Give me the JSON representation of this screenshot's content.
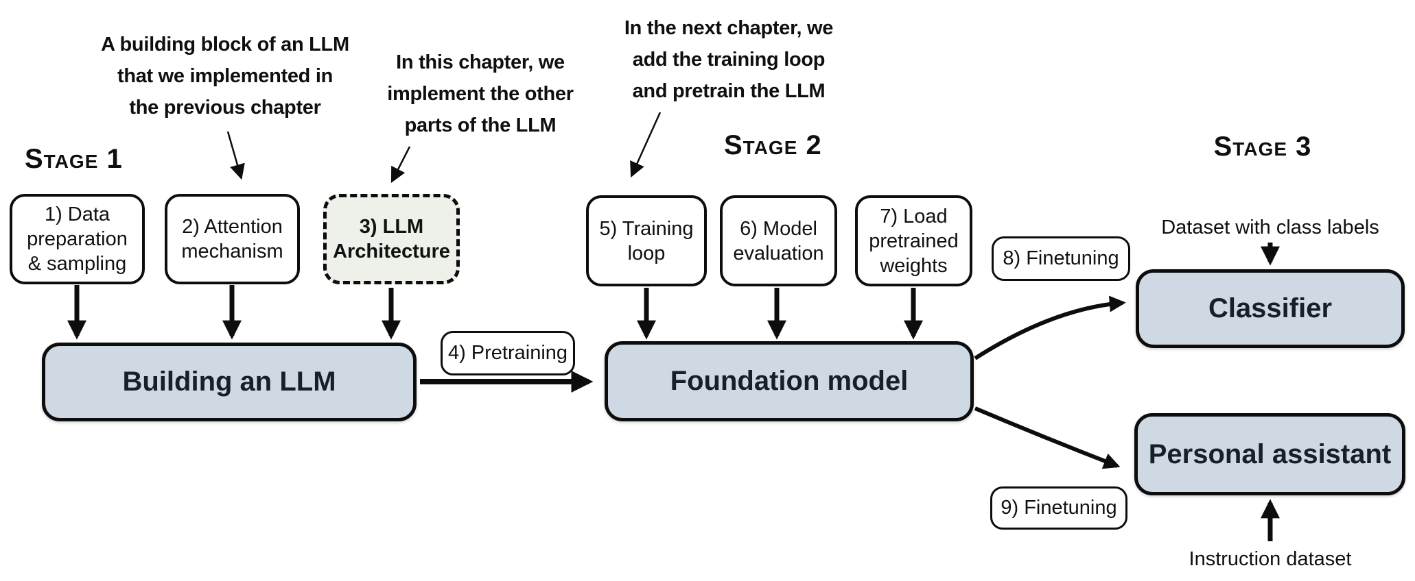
{
  "colors": {
    "main_box_fill": "#cfd9e4",
    "architecture_box_fill": "#edf1e9",
    "border": "#0d0d0d",
    "background": "#ffffff"
  },
  "stage_labels": {
    "stage1": "Stage 1",
    "stage2": "Stage 2",
    "stage3": "Stage 3"
  },
  "annotations": {
    "building_block": {
      "lines": [
        "A building block of an LLM",
        "that we implemented in",
        "the previous chapter"
      ]
    },
    "this_chapter": {
      "lines": [
        "In this chapter, we",
        "implement the other",
        "parts of the LLM"
      ]
    },
    "next_chapter": {
      "lines": [
        "In the next chapter, we",
        "add the training loop",
        "and pretrain the LLM"
      ]
    }
  },
  "step_boxes": {
    "data_preparation": {
      "lines": [
        "1) Data",
        "preparation",
        "& sampling"
      ]
    },
    "attention": {
      "lines": [
        "2) Attention",
        "mechanism"
      ]
    },
    "llm_architecture": {
      "lines": [
        "3) LLM",
        "Architecture"
      ]
    },
    "training_loop": {
      "lines": [
        "5) Training",
        "loop"
      ]
    },
    "model_evaluation": {
      "lines": [
        "6) Model",
        "evaluation"
      ]
    },
    "load_weights": {
      "lines": [
        "7) Load",
        "pretrained",
        "weights"
      ]
    }
  },
  "process_labels": {
    "pretraining": "4) Pretraining",
    "finetuning_classifier": "8) Finetuning",
    "finetuning_assistant": "9) Finetuning"
  },
  "main_boxes": {
    "building_llm": "Building an LLM",
    "foundation_model": "Foundation model",
    "classifier": "Classifier",
    "personal_assistant": "Personal assistant"
  },
  "io_labels": {
    "class_dataset": "Dataset with class labels",
    "instruction_dataset": "Instruction dataset"
  }
}
